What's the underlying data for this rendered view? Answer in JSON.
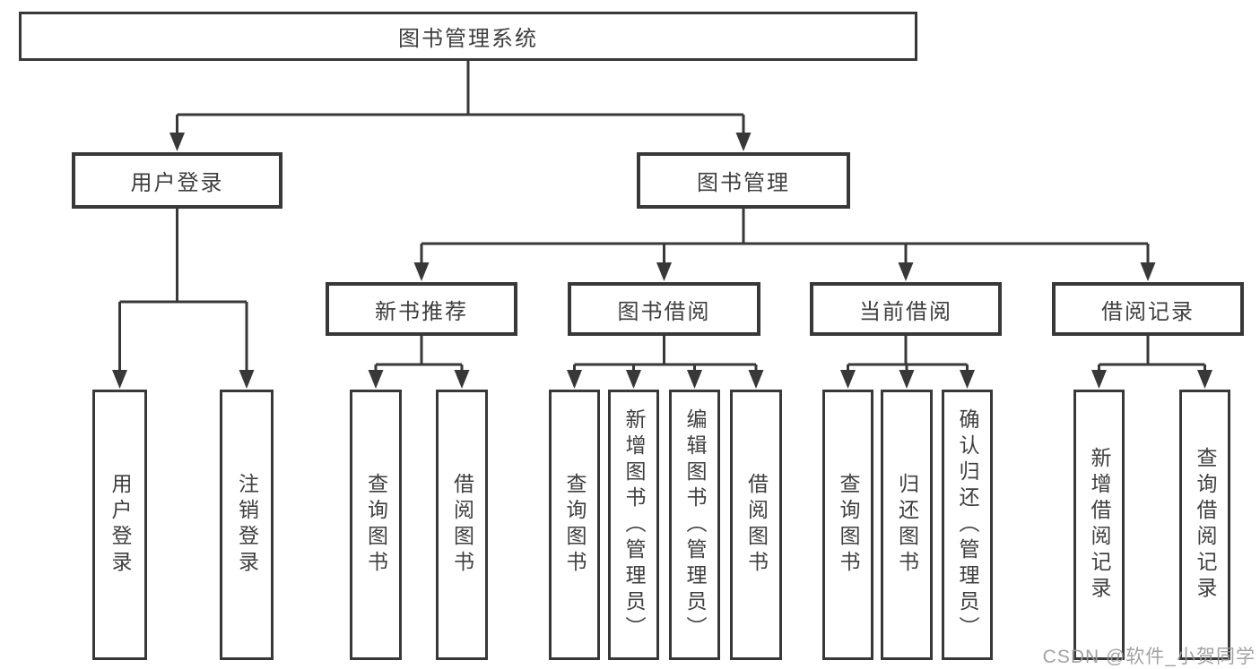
{
  "tree": {
    "root": {
      "label": "图书管理系统"
    },
    "children": [
      {
        "label": "用户登录",
        "children": [
          {
            "label": "用户登录"
          },
          {
            "label": "注销登录"
          }
        ]
      },
      {
        "label": "图书管理",
        "children": [
          {
            "label": "新书推荐",
            "children": [
              {
                "label": "查询图书"
              },
              {
                "label": "借阅图书"
              }
            ]
          },
          {
            "label": "图书借阅",
            "children": [
              {
                "label": "查询图书"
              },
              {
                "label": "新增图书（管理员）"
              },
              {
                "label": "编辑图书（管理员）"
              },
              {
                "label": "借阅图书"
              }
            ]
          },
          {
            "label": "当前借阅",
            "children": [
              {
                "label": "查询图书"
              },
              {
                "label": "归还图书"
              },
              {
                "label": "确认归还（管理员）"
              }
            ]
          },
          {
            "label": "借阅记录",
            "children": [
              {
                "label": "新增借阅记录"
              },
              {
                "label": "查询借阅记录"
              }
            ]
          }
        ]
      }
    ]
  },
  "watermark": {
    "text": "CSDN @软件_小贺同学"
  },
  "colors": {
    "line": "#383838",
    "text": "#3f3f3f",
    "background": "#ffffff",
    "watermark": "#9b9b9b"
  }
}
